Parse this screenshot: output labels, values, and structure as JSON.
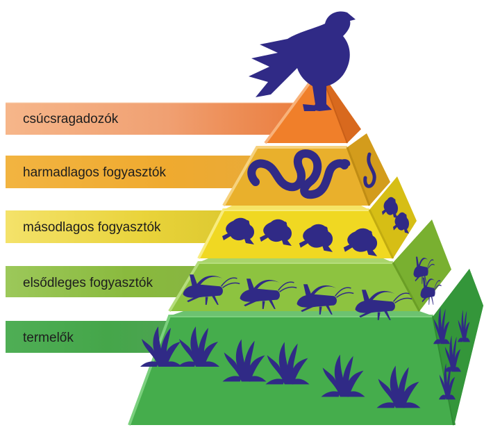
{
  "levels": [
    {
      "label": "csúcsragadozók",
      "animal": "eagle-icon"
    },
    {
      "label": "harmadlagos fogyasztók",
      "animal": "snake-icon"
    },
    {
      "label": "másodlagos fogyasztók",
      "animal": "frog-icon"
    },
    {
      "label": "elsődleges fogyasztók",
      "animal": "grasshopper-icon"
    },
    {
      "label": "termelők",
      "animal": "plant-icon"
    }
  ],
  "colors": {
    "silhouette": "#302a86",
    "level_1": "#f07f2a",
    "level_2": "#eab52c",
    "level_3": "#f2dc25",
    "level_4": "#8fc63f",
    "level_5": "#3dae4a"
  }
}
